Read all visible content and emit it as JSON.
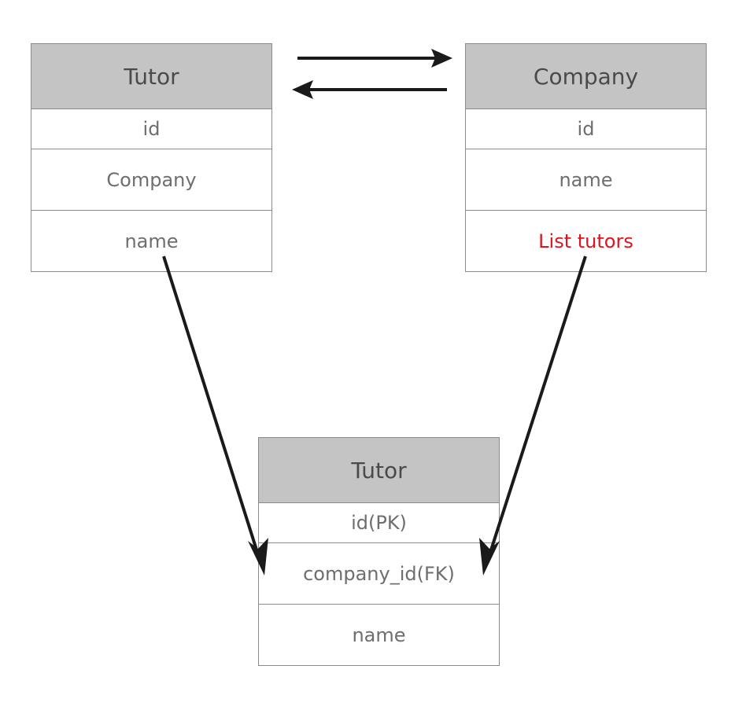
{
  "tables": {
    "left": {
      "title": "Tutor",
      "rows": [
        "id",
        "Company",
        "name"
      ]
    },
    "right": {
      "title": "Company",
      "rows": [
        "id",
        "name",
        "List tutors"
      ],
      "highlight_color": "#e0141e"
    },
    "bottom": {
      "title": "Tutor",
      "rows": [
        "id(PK)",
        "company_id(FK)",
        "name"
      ]
    }
  },
  "colors": {
    "header_bg": "#c4c4c4",
    "border": "#8a8a8a",
    "text": "#6e6e6e",
    "arrow": "#1a1a1a"
  }
}
